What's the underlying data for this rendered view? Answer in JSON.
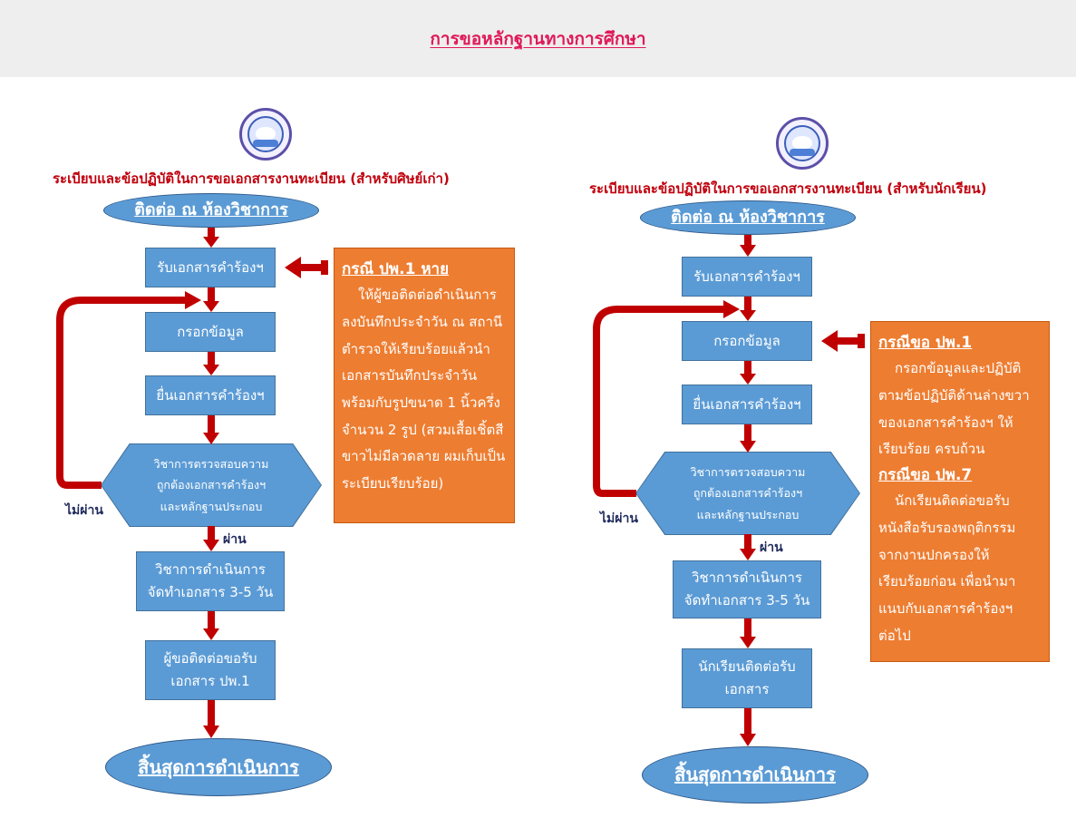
{
  "header": {
    "title": "การขอหลักฐานทางการศึกษา"
  },
  "colors": {
    "header_bg": "#eeeeee",
    "title_pink": "#e0195a",
    "doc_title_red": "#c0000c",
    "box_blue": "#5b9bd5",
    "note_orange": "#ed7d31",
    "arrow_red": "#c00000",
    "label_navy": "#1f2a5c"
  },
  "left": {
    "logo_icon": "school-seal-icon",
    "doc_title": "ระเบียบและข้อปฏิบัติในการขอเอกสารงานทะเบียน (สำหรับศิษย์เก่า)",
    "start": "ติดต่อ ณ ห้องวิชาการ",
    "steps": [
      "รับเอกสารคำร้องฯ",
      "กรอกข้อมูล",
      "ยื่นเอกสารคำร้องฯ"
    ],
    "decision": [
      "วิชาการตรวจสอบความ",
      "ถูกต้องเอกสารคำร้องฯ",
      "และหลักฐานประกอบ"
    ],
    "fail_label": "ไม่ผ่าน",
    "pass_label": "ผ่าน",
    "process": [
      "วิชาการดำเนินการ",
      "จัดทำเอกสาร 3-5 วัน"
    ],
    "pickup": [
      "ผู้ขอติดต่อขอรับ",
      "เอกสาร ปพ.1"
    ],
    "end": "สิ้นสุดการดำเนินการ",
    "note": {
      "heading": "กรณี ปพ.1 หาย",
      "lines": [
        "ให้ผู้ขอติดต่อดำเนินการ",
        "ลงบันทึกประจำวัน ณ สถานี",
        "ตำรวจให้เรียบร้อยแล้วนำ",
        "เอกสารบันทึกประจำวัน",
        "พร้อมกับรูปขนาด 1 นิ้วครึ่ง",
        "จำนวน 2 รูป (สวมเสื้อเชิ้ตสี",
        "ขาวไม่มีลวดลาย ผมเก็บเป็น",
        "ระเบียบเรียบร้อย)"
      ]
    }
  },
  "right": {
    "logo_icon": "school-seal-icon",
    "doc_title": "ระเบียบและข้อปฏิบัติในการขอเอกสารงานทะเบียน (สำหรับนักเรียน)",
    "start": "ติดต่อ ณ ห้องวิชาการ",
    "steps": [
      "รับเอกสารคำร้องฯ",
      "กรอกข้อมูล",
      "ยื่นเอกสารคำร้องฯ"
    ],
    "decision": [
      "วิชาการตรวจสอบความ",
      "ถูกต้องเอกสารคำร้องฯ",
      "และหลักฐานประกอบ"
    ],
    "fail_label": "ไม่ผ่าน",
    "pass_label": "ผ่าน",
    "process": [
      "วิชาการดำเนินการ",
      "จัดทำเอกสาร 3-5 วัน"
    ],
    "pickup": [
      "นักเรียนติดต่อรับ",
      "เอกสาร"
    ],
    "end": "สิ้นสุดการดำเนินการ",
    "note": {
      "heading1": "กรณีขอ ปพ.1",
      "lines1": [
        "กรอกข้อมูลและปฏิบัติ",
        "ตามข้อปฏิบัติด้านล่างขวา",
        "ของเอกสารคำร้องฯ ให้",
        "เรียบร้อย ครบถ้วน"
      ],
      "heading2": "กรณีขอ ปพ.7",
      "lines2": [
        "นักเรียนติดต่อขอรับ",
        "หนังสือรับรองพฤติกรรม",
        "จากงานปกครองให้",
        "เรียบร้อยก่อน เพื่อนำมา",
        "แนบกับเอกสารคำร้องฯ",
        "ต่อไป"
      ]
    }
  }
}
